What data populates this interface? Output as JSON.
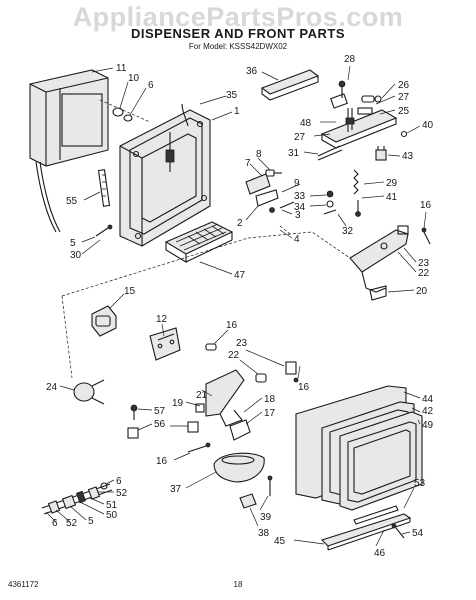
{
  "watermark": "AppliancePartsPros.com",
  "title": "DISPENSER AND FRONT PARTS",
  "model_line": "For Model: KSSS42DWX02",
  "footer": {
    "doc_number": "4361172",
    "page_number": "18"
  },
  "callouts": [
    "11",
    "10",
    "6",
    "35",
    "1",
    "36",
    "28",
    "26",
    "27",
    "25",
    "48",
    "40",
    "27",
    "31",
    "43",
    "8",
    "7",
    "9",
    "33",
    "34",
    "29",
    "41",
    "2",
    "3",
    "32",
    "16",
    "55",
    "5",
    "30",
    "4",
    "47",
    "23",
    "22",
    "20",
    "15",
    "12",
    "16",
    "23",
    "22",
    "24",
    "16",
    "19",
    "21",
    "18",
    "17",
    "57",
    "56",
    "16",
    "37",
    "44",
    "42",
    "49",
    "6",
    "52",
    "51",
    "50",
    "5",
    "52",
    "6",
    "53",
    "39",
    "38",
    "54",
    "46",
    "45"
  ]
}
